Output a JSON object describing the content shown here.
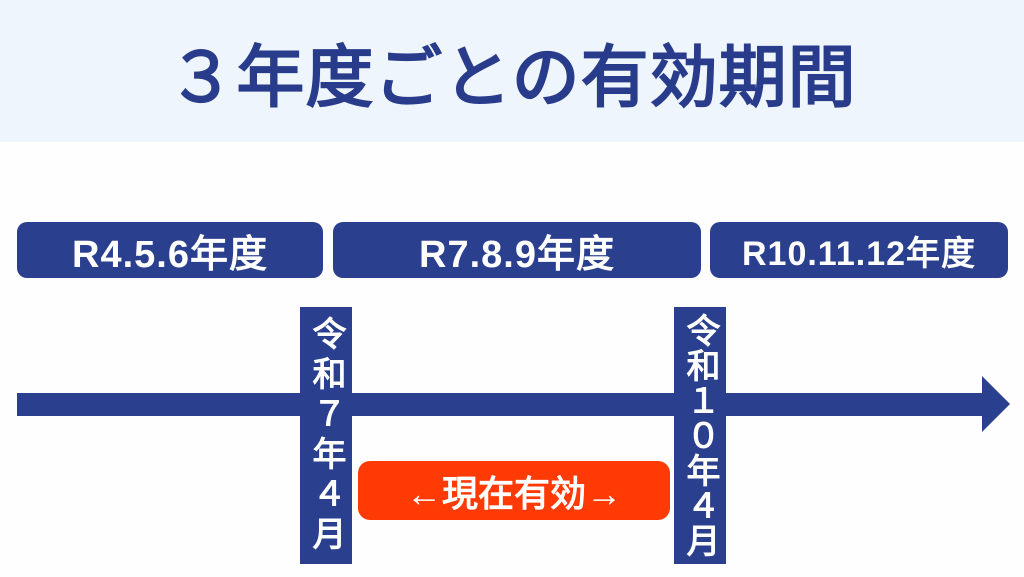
{
  "colors": {
    "navy": "#2A3F8E",
    "title": "#293C8B",
    "orange": "#FF3A05",
    "header-bg": "#EFF5FC",
    "page-bg": "#FEFEFE",
    "text-on-dark": "#FFFFFF"
  },
  "header": {
    "title": "３年度ごとの有効期間"
  },
  "timeline": {
    "periods": [
      {
        "label": "R4.5.6年度"
      },
      {
        "label": "R7.8.9年度"
      },
      {
        "label": "R10.11.12年度"
      }
    ],
    "markers": [
      {
        "label": "令和７年４月"
      },
      {
        "label": "令和１０年４月"
      }
    ],
    "current_badge": {
      "label": "←現在有効→"
    }
  }
}
